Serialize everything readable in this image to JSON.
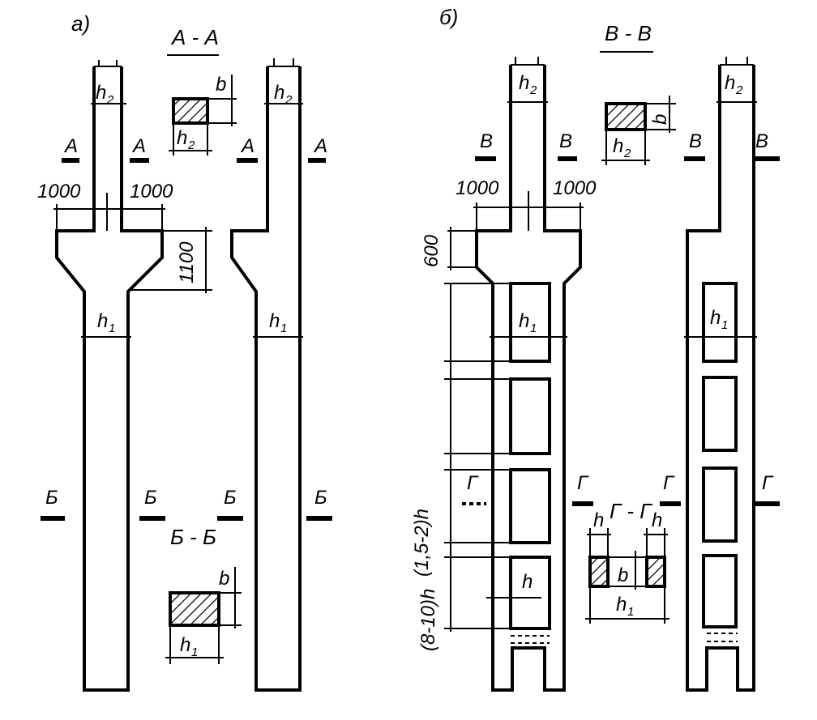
{
  "panels": {
    "a": {
      "label": "а)",
      "section_A_title": "А - А",
      "section_B_title": "Б - Б",
      "cut_A": "А",
      "cut_B": "Б",
      "dim_1000": "1000",
      "dim_1100": "1100",
      "h1": "h",
      "h2": "h",
      "sub1": "1",
      "sub2": "2",
      "b": "b"
    },
    "b": {
      "label": "б)",
      "section_V_title": "В - В",
      "section_G_title": "Г - Г",
      "cut_V": "В",
      "cut_G": "Г",
      "dim_1000": "1000",
      "dim_600": "600",
      "dim_15_2h": "(1,5-2)h",
      "dim_8_10h": "(8-10)h",
      "h": "h",
      "h1": "h",
      "h2": "h",
      "sub1": "1",
      "sub2": "2",
      "b": "b"
    }
  }
}
